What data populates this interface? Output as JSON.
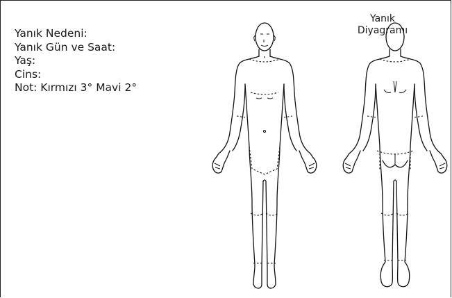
{
  "form": {
    "cause_label": "Yanık Nedeni:",
    "datetime_label": "Yanık Gün ve Saat:",
    "age_label": "Yaş:",
    "gender_label": "Cins:",
    "note_label": "Not: Kırmızı 3° Mavi 2°"
  },
  "diagram": {
    "title_line1": "Yanık",
    "title_line2": "Diyagramı"
  }
}
